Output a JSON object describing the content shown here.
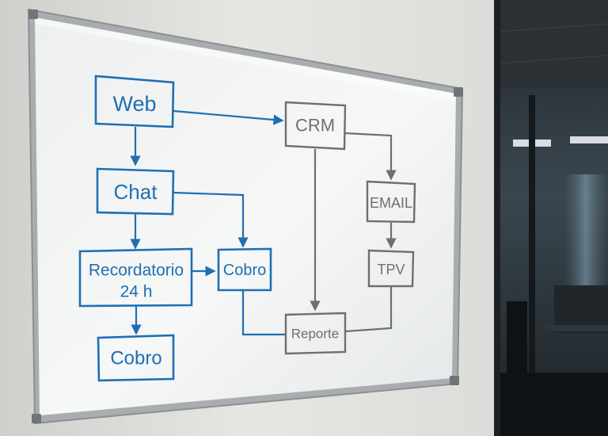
{
  "whiteboard": {
    "nodes": {
      "web": "Web",
      "chat": "Chat",
      "recordatorio_line1": "Recordatorio",
      "recordatorio_line2": "24 h",
      "cobro_left": "Cobro",
      "cobro_mid": "Cobro",
      "crm": "CRM",
      "email": "EMAIL",
      "tpv": "TPV",
      "reporte": "Reporte"
    }
  },
  "colors": {
    "ink_blue": "#1f6fb3",
    "ink_gray": "#6d6f70",
    "wall": "#e3e3e1",
    "board": "#f1f3f3",
    "office_dark": "#1a2127"
  }
}
